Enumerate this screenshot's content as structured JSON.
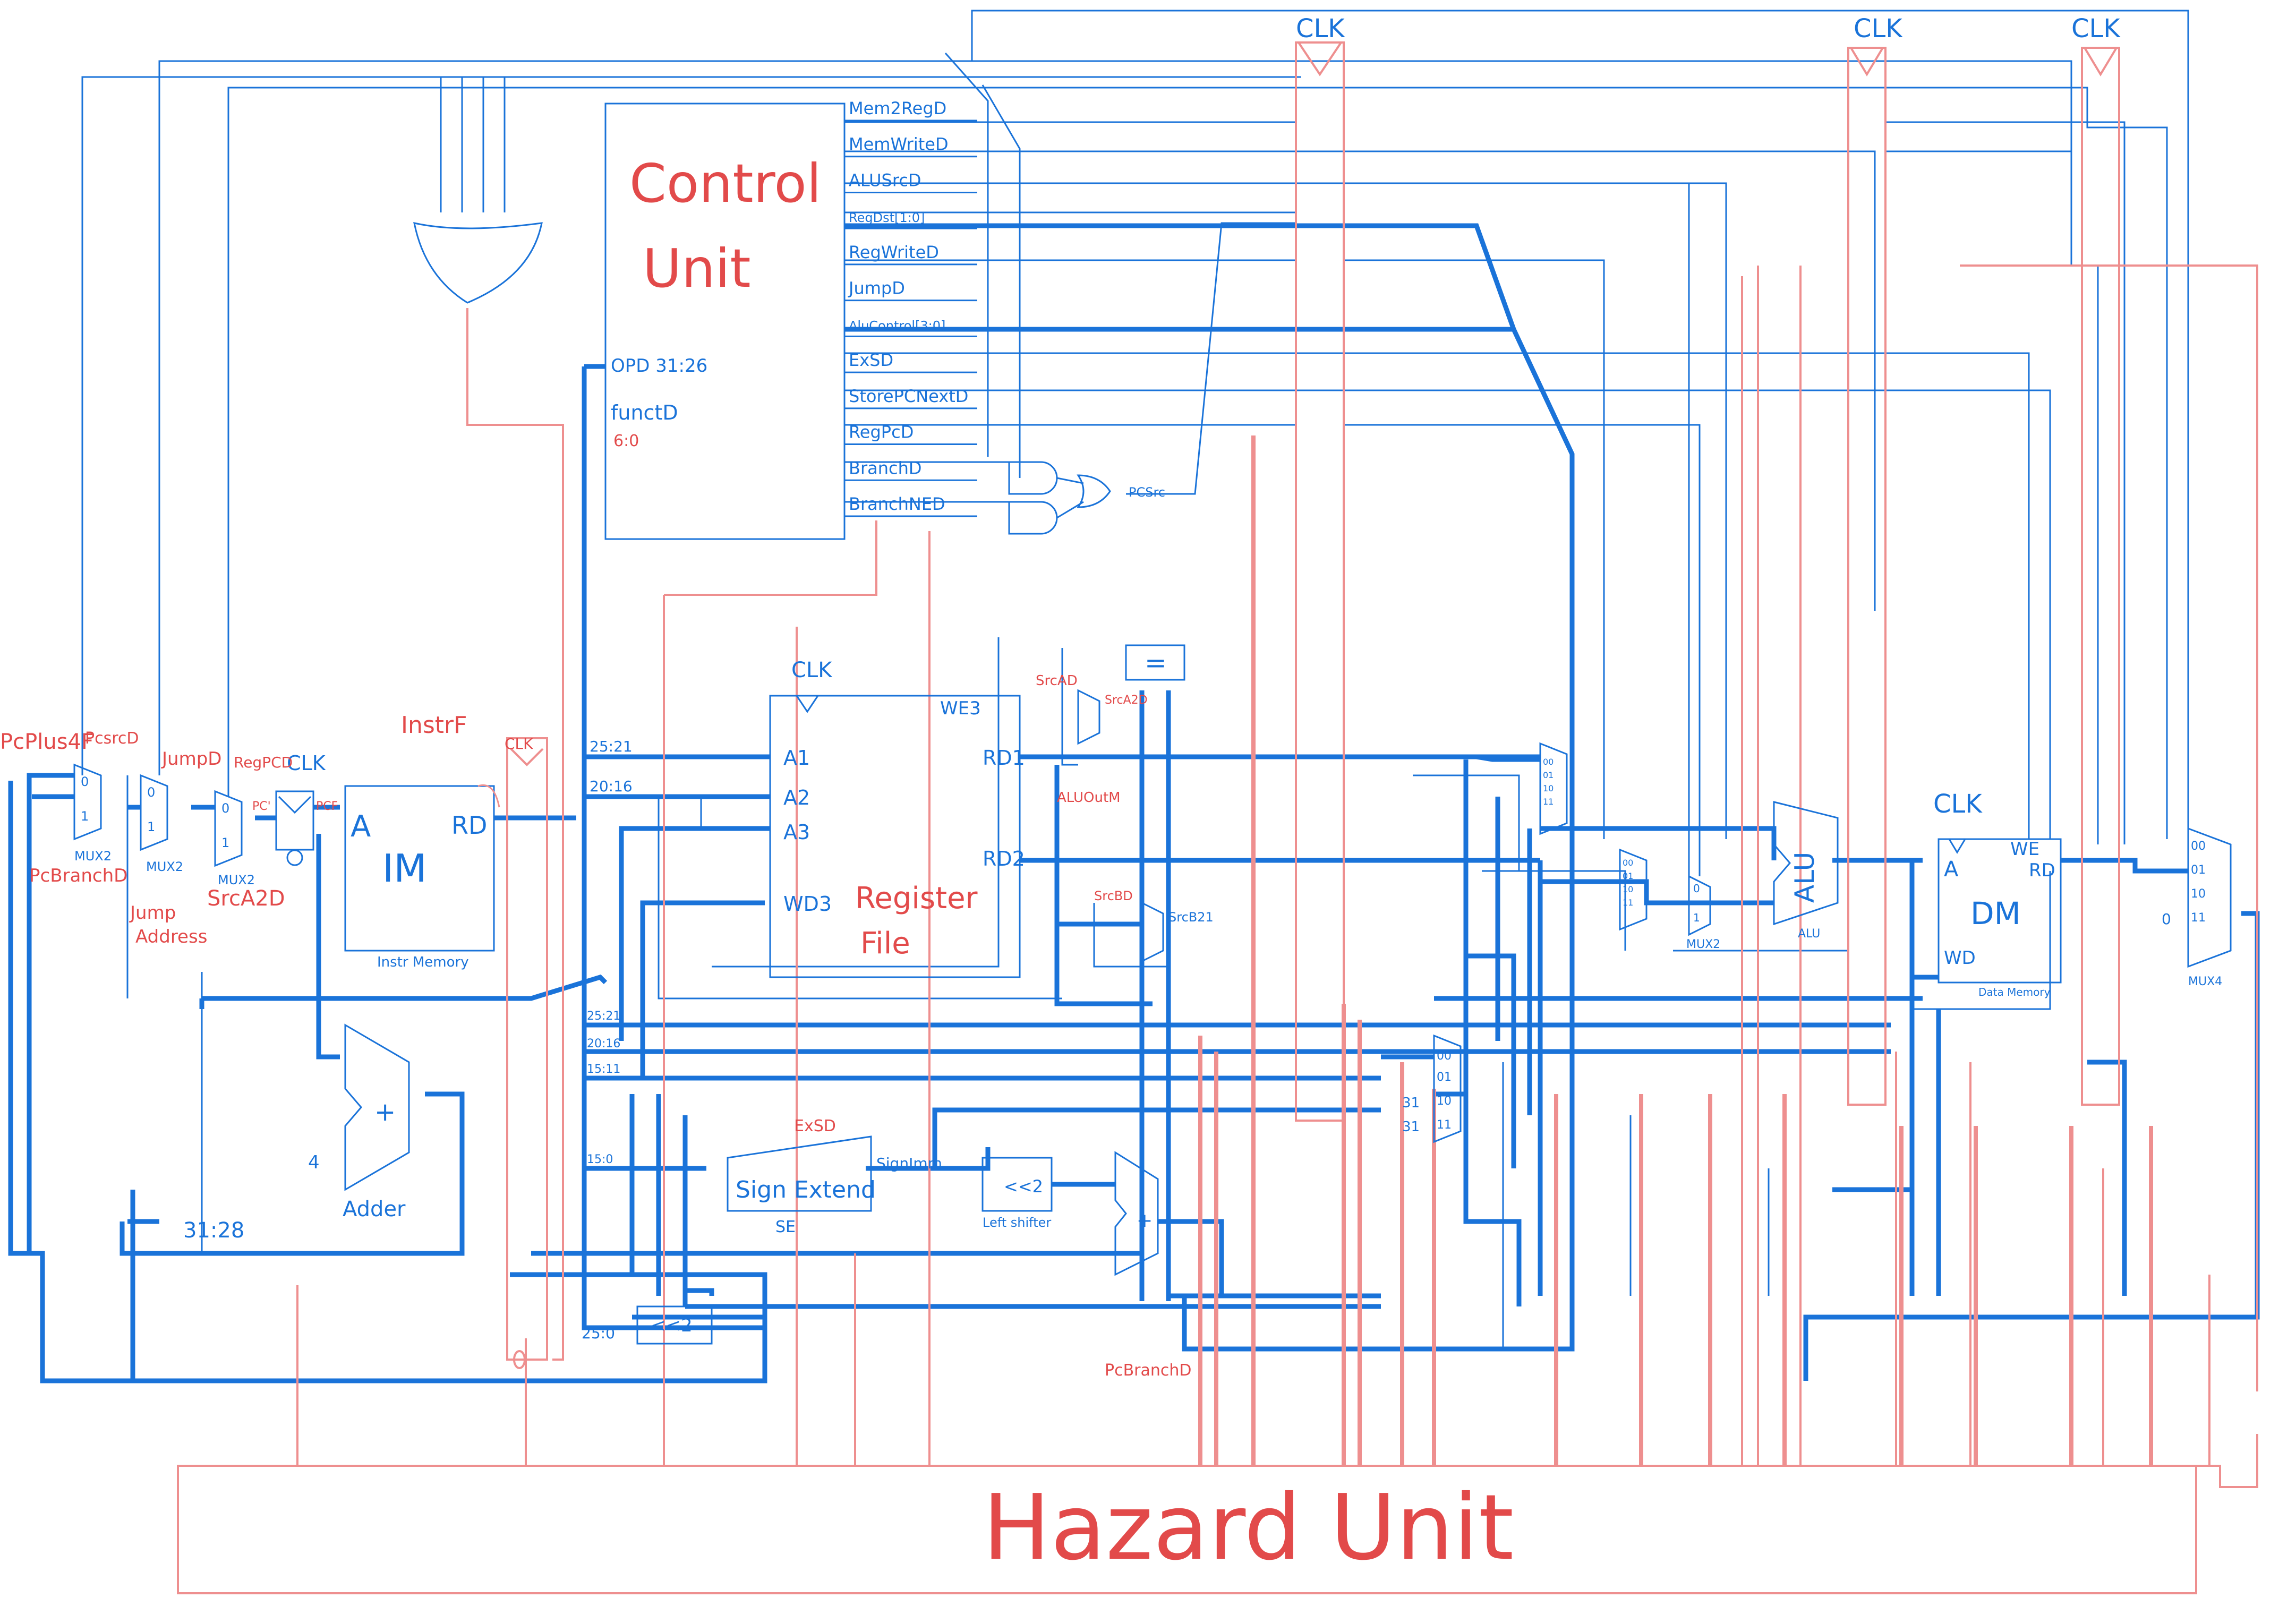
{
  "colors": {
    "datapath": "#1a73d9",
    "hazard": "#ee8f8f",
    "label_red": "#e24a4a"
  },
  "control_unit": {
    "title_line1": "Control",
    "title_line2": "Unit",
    "inputs": [
      "OPD 31:26",
      "functD",
      "6:0"
    ],
    "outputs": [
      "Mem2RegD",
      "MemWriteD",
      "ALUSrcD",
      "RegDst[1:0]",
      "RegWriteD",
      "JumpD",
      "AluControl[3:0]",
      "ExSD",
      "StorePCNextD",
      "RegPcD",
      "BranchD",
      "BranchNED"
    ]
  },
  "pcsrc_label": "PCSrc",
  "clk": {
    "label": "CLK",
    "mid": "CLK",
    "small": "CLK"
  },
  "fetch": {
    "pcplus4f": "PcPlus4F",
    "pcsrcd": "PcsrcD",
    "pcbranchd": "PcBranchD",
    "jumpd": "JumpD",
    "jump_address": [
      "Jump",
      "Address"
    ],
    "regpcd": "RegPCD",
    "srca2d": "SrcA2D",
    "pc_prime": "PC'",
    "pcf": "PCF",
    "instrf": "InstrF",
    "mux_label": "MUX2",
    "mux_in0": "0",
    "mux_in1": "1",
    "im_a": "A",
    "im_rd": "RD",
    "im_title": "IM",
    "im_caption": "Instr Memory",
    "adder_plus": "+",
    "adder_four": "4",
    "adder_name": "Adder",
    "bits_31_28": "31:28"
  },
  "decode": {
    "bits": [
      "25:21",
      "20:16",
      "25:21",
      "20:16",
      "15:11",
      "15:0",
      "25:0"
    ],
    "rf_ports": [
      "A1",
      "A2",
      "A3",
      "WD3",
      "WE3",
      "RD1",
      "RD2"
    ],
    "rf_title": [
      "Register",
      "File"
    ],
    "srcad": "SrcAD",
    "srcbd": "SrcBD",
    "srca2d": "SrcA2D",
    "srcb2d": "SrcB21",
    "aluoutm": "ALUOutM",
    "equal": "=",
    "exsd": "ExSD",
    "se_title": "Sign Extend",
    "se_short": "SE",
    "signimm": "SignImm",
    "shift_title": "<<2",
    "shift_caption": "Left shifter",
    "shift2": "<<2",
    "pcbranchd": "PcBranchD",
    "plus": "+"
  },
  "execute": {
    "mux4_inputs": [
      "00",
      "01",
      "10",
      "11"
    ],
    "mux_regdst_inputs": [
      "00",
      "01",
      "10",
      "11"
    ],
    "regdst_consts": [
      "31",
      "31"
    ],
    "mux2_label": "MUX2",
    "alu_title": "ALU",
    "alu_caption": "ALU"
  },
  "memory": {
    "dm_title": "DM",
    "dm_a": "A",
    "dm_rd": "RD",
    "dm_we": "WE",
    "dm_wd": "WD",
    "dm_caption": "Data Memory"
  },
  "writeback": {
    "mux_inputs": [
      "00",
      "01",
      "10",
      "11"
    ],
    "const": "0",
    "mux_label": "MUX4"
  },
  "hazard_unit": {
    "title": "Hazard Unit"
  }
}
